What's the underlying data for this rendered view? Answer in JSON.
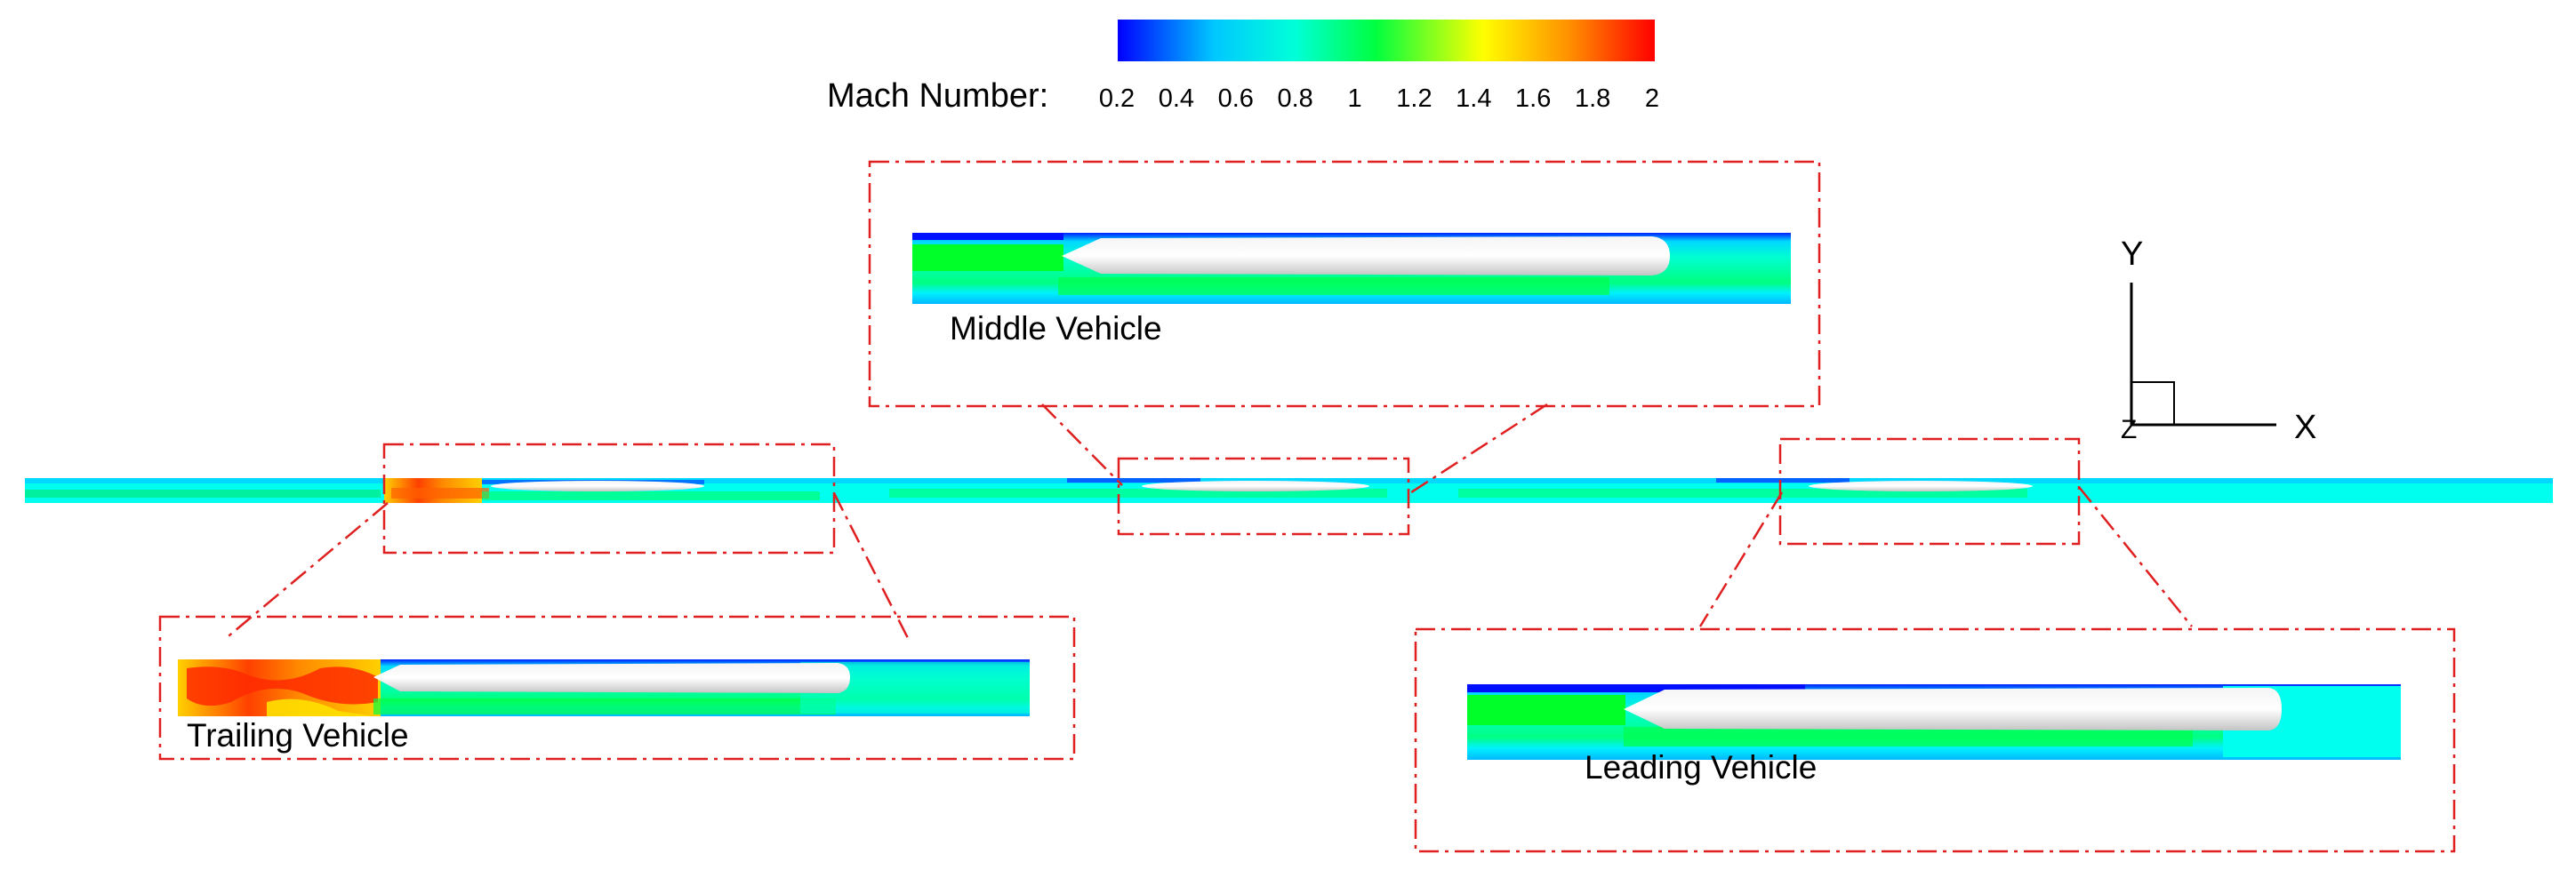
{
  "legend": {
    "title": "Mach Number:",
    "ticks": [
      "0.2",
      "0.4",
      "0.6",
      "0.8",
      "1",
      "1.2",
      "1.4",
      "1.6",
      "1.8",
      "2"
    ],
    "colormap": [
      "#0000ff",
      "#00c8ff",
      "#00ffd8",
      "#00ff40",
      "#ffff00",
      "#ff9000",
      "#ff0000"
    ]
  },
  "labels": {
    "middle": "Middle Vehicle",
    "trailing": "Trailing Vehicle",
    "leading": "Leading Vehicle"
  },
  "axes": {
    "y": "Y",
    "x": "X",
    "z": "Z"
  },
  "colors": {
    "annotation": "#e02020",
    "vehicle_body": "#e6e6e6"
  }
}
